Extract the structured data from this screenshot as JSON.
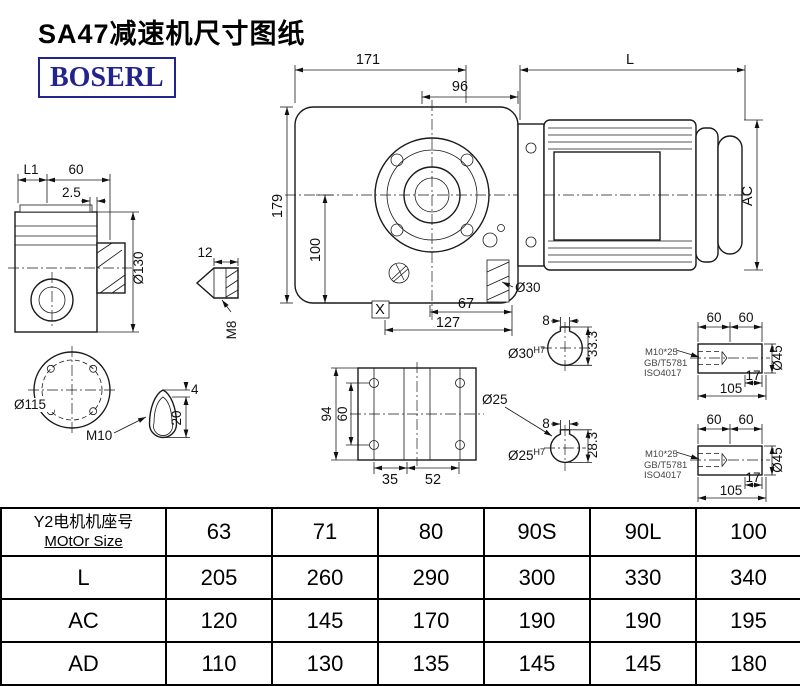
{
  "title": "SA47减速机尺寸图纸",
  "logo": "BOSERL",
  "front_view": {
    "dim_171": "171",
    "dim_L": "L",
    "dim_96": "96",
    "dim_179": "179",
    "dim_100": "100",
    "dim_AC": "AC",
    "dim_67": "67",
    "dim_127": "127",
    "label_X": "X",
    "label_d30": "Ø30"
  },
  "side_view": {
    "dim_L1": "L1",
    "dim_60": "60",
    "dim_2_5": "2.5",
    "label_d130": "Ø130"
  },
  "plug_detail": {
    "dim_12": "12",
    "label_M8": "M8"
  },
  "flange_detail": {
    "label_d115": "Ø115",
    "label_M10": "M10"
  },
  "key_detail": {
    "dim_4": "4",
    "dim_20": "20"
  },
  "base_view": {
    "dim_94": "94",
    "dim_60": "60",
    "dim_35": "35",
    "dim_52": "52"
  },
  "bore30": {
    "dim_8": "8",
    "dim_33_3": "33.3",
    "label_main": "Ø30",
    "label_sup": "H7"
  },
  "bore25": {
    "dim_8": "8",
    "dim_28_3": "28.3",
    "label_main": "Ø25",
    "label_sup": "H7",
    "label_d25": "Ø25"
  },
  "shaft_end_1": {
    "dim_60a": "60",
    "dim_60b": "60",
    "thread": "M10*25",
    "std_gb": "GB/T5781",
    "std_iso": "ISO4017",
    "dim_17": "17",
    "dim_105": "105",
    "label_d45": "Ø45"
  },
  "shaft_end_2": {
    "dim_60a": "60",
    "dim_60b": "60",
    "thread": "M10*25",
    "std_gb": "GB/T5781",
    "std_iso": "ISO4017",
    "dim_17": "17",
    "dim_105": "105",
    "label_d45": "Ø45"
  },
  "table": {
    "header_label_line1": "Y2电机机座号",
    "header_label_line2": "MOtOr Size",
    "sizes": [
      "63",
      "71",
      "80",
      "90S",
      "90L",
      "100"
    ],
    "rows": [
      {
        "label": "L",
        "values": [
          "205",
          "260",
          "290",
          "300",
          "330",
          "340"
        ]
      },
      {
        "label": "AC",
        "values": [
          "120",
          "145",
          "170",
          "190",
          "190",
          "195"
        ]
      },
      {
        "label": "AD",
        "values": [
          "110",
          "130",
          "135",
          "145",
          "145",
          "180"
        ]
      }
    ]
  }
}
